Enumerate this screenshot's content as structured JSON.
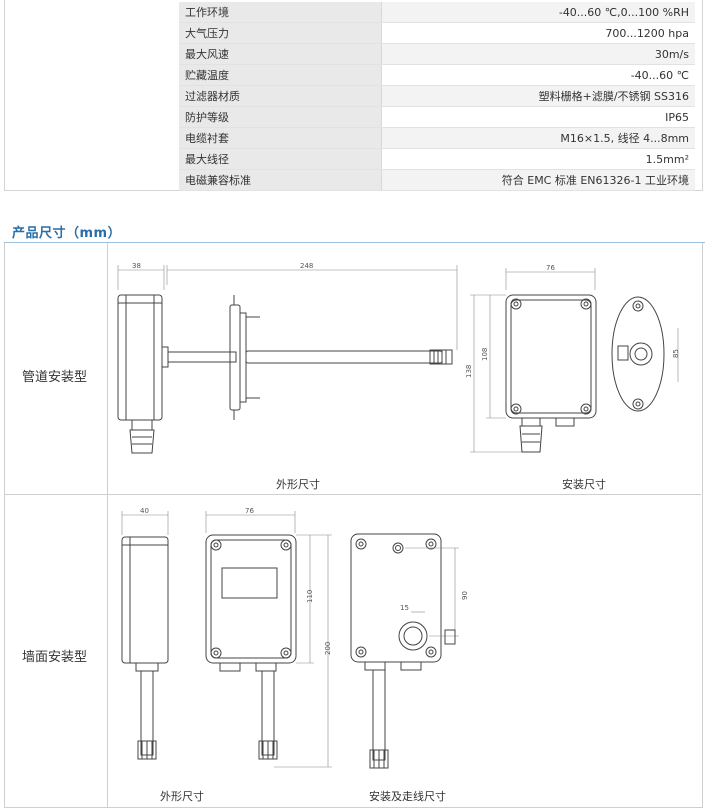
{
  "specs": [
    {
      "label": "工作环境",
      "value": "-40...60 ℃,0...100 %RH"
    },
    {
      "label": "大气压力",
      "value": "700...1200 hpa"
    },
    {
      "label": "最大风速",
      "value": "30m/s"
    },
    {
      "label": "贮藏温度",
      "value": "-40...60 ℃"
    },
    {
      "label": "过滤器材质",
      "value": "塑料栅格+滤膜/不锈钢 SS316"
    },
    {
      "label": "防护等级",
      "value": "IP65"
    },
    {
      "label": "电缆衬套",
      "value": "M16×1.5, 线径 4...8mm"
    },
    {
      "label": "最大线径",
      "value": "1.5mm²"
    },
    {
      "label": "电磁兼容标准",
      "value": "符合 EMC 标准 EN61326-1 工业环境"
    }
  ],
  "section_title": "产品尺寸（mm）",
  "rows": {
    "duct": {
      "label": "管道安装型",
      "outline_caption": "外形尺寸",
      "mount_caption": "安装尺寸"
    },
    "wall": {
      "label": "墙面安装型",
      "outline_caption": "外形尺寸",
      "mount_caption": "安装及走线尺寸"
    }
  },
  "dims": {
    "duct_depth": "38",
    "duct_probe": "248",
    "duct_width": "76",
    "duct_h1": "108",
    "duct_h2": "138",
    "duct_flange": "85",
    "wall_depth": "40",
    "wall_width": "76",
    "wall_h1": "110",
    "wall_h2": "200",
    "wall_hole_v": "90",
    "wall_hole_h": "15"
  }
}
